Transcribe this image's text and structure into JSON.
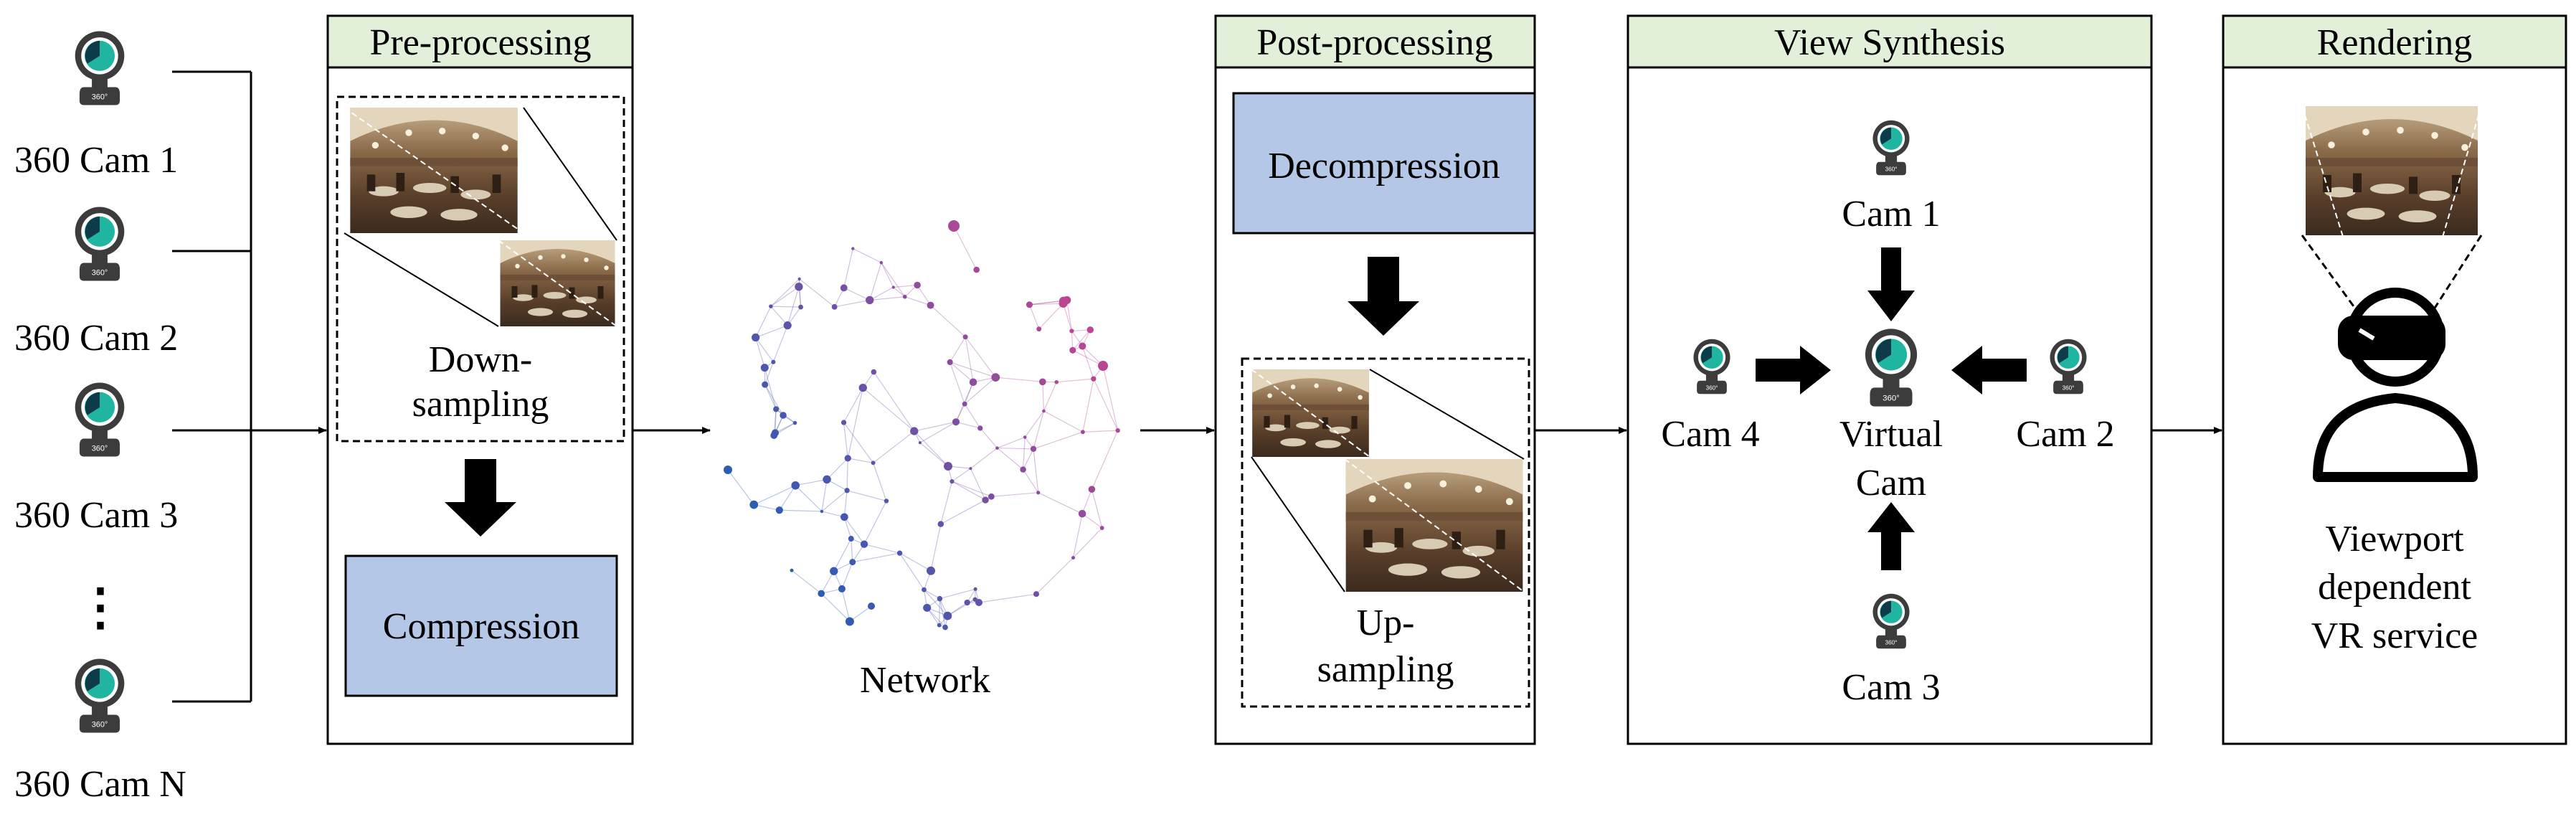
{
  "cameras": {
    "items": [
      {
        "label": "360 Cam 1"
      },
      {
        "label": "360 Cam 2"
      },
      {
        "label": "360 Cam 3"
      },
      {
        "label": "⋮"
      },
      {
        "label": "360 Cam N"
      }
    ],
    "badge": "360°"
  },
  "preprocessing": {
    "title": "Pre-processing",
    "sampling_line1": "Down-",
    "sampling_line2": "sampling",
    "compression": "Compression"
  },
  "network": {
    "label": "Network"
  },
  "postprocessing": {
    "title": "Post-processing",
    "decompression": "Decompression",
    "sampling_line1": "Up-",
    "sampling_line2": "sampling"
  },
  "view_synthesis": {
    "title": "View Synthesis",
    "cam1": "Cam 1",
    "cam2": "Cam 2",
    "cam3": "Cam 3",
    "cam4": "Cam 4",
    "virtual_line1": "Virtual",
    "virtual_line2": "Cam"
  },
  "rendering": {
    "title": "Rendering",
    "caption_line1": "Viewport",
    "caption_line2": "dependent",
    "caption_line3": "VR service"
  },
  "colors": {
    "header_fill": "#e2f0d9",
    "process_box_fill": "#b4c7e7",
    "camera_accent": "#1fb5a0",
    "network_pink": "#e0408a",
    "network_blue": "#2a5cb5"
  }
}
